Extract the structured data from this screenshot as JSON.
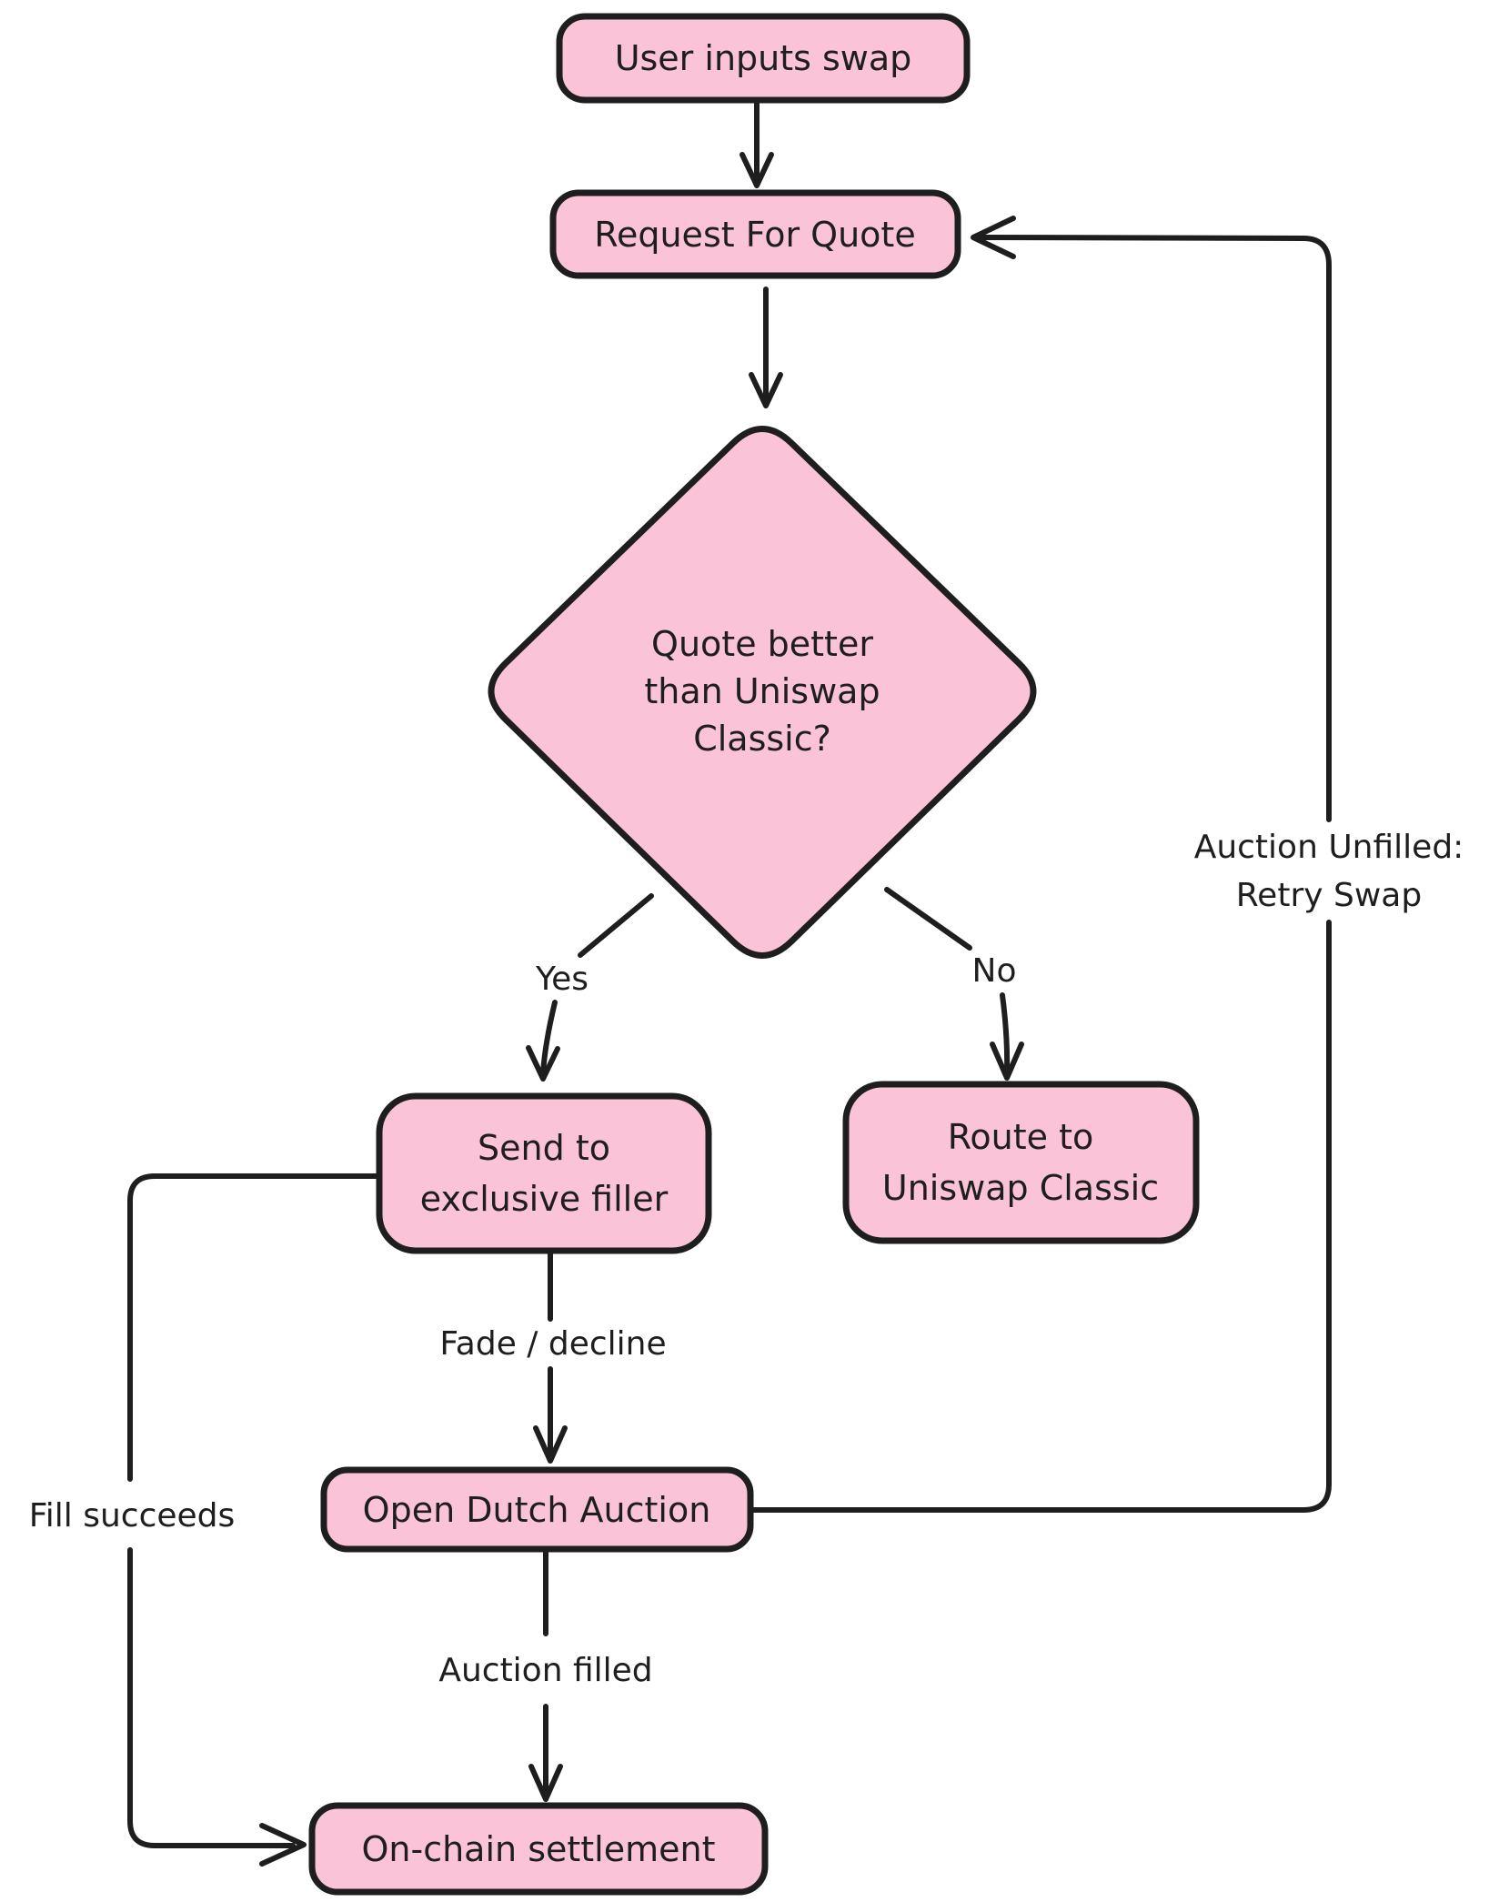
{
  "diagram": {
    "type": "flowchart",
    "colors": {
      "background": "#ffffff",
      "node_fill": "#fbc3d7",
      "stroke": "#1e1e1e",
      "text": "#1e1e1e"
    },
    "nodes": {
      "user_inputs_swap": {
        "label": "User inputs swap"
      },
      "request_for_quote": {
        "label": "Request For Quote"
      },
      "decision": {
        "lines": [
          "Quote better",
          "than Uniswap",
          "Classic?"
        ]
      },
      "send_to_exclusive_filler": {
        "lines": [
          "Send to",
          "exclusive filler"
        ]
      },
      "route_to_uniswap_classic": {
        "lines": [
          "Route to",
          "Uniswap Classic"
        ]
      },
      "open_dutch_auction": {
        "label": "Open Dutch Auction"
      },
      "on_chain_settlement": {
        "label": "On-chain settlement"
      }
    },
    "edges": {
      "yes": {
        "label": "Yes"
      },
      "no": {
        "label": "No"
      },
      "fade_decline": {
        "label": "Fade / decline"
      },
      "auction_filled": {
        "label": "Auction filled"
      },
      "fill_succeeds": {
        "label": "Fill succeeds"
      },
      "auction_unfilled": {
        "lines": [
          "Auction Unfilled:",
          "Retry Swap"
        ]
      }
    }
  }
}
